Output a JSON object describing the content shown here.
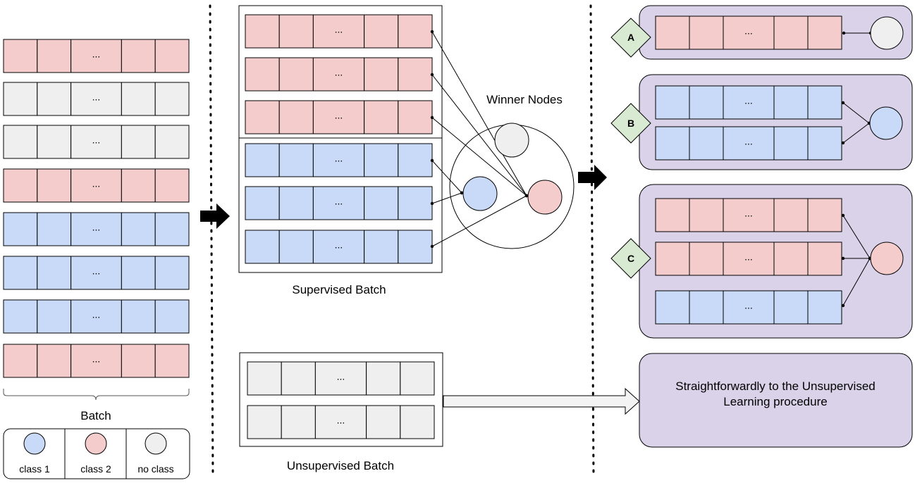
{
  "colors": {
    "class1": "#c9daf8",
    "class2": "#f4cccc",
    "noclass": "#efefef",
    "panel": "#d9d2e9",
    "diamond": "#d9ead3",
    "stroke": "#000000"
  },
  "ellipsis": "...",
  "batch": {
    "label": "Batch",
    "rows": [
      "class2",
      "noclass",
      "noclass",
      "class2",
      "class1",
      "class1",
      "class1",
      "class2"
    ]
  },
  "legend": [
    {
      "label": "class 1",
      "color": "class1"
    },
    {
      "label": "class 2",
      "color": "class2"
    },
    {
      "label": "no class",
      "color": "noclass"
    }
  ],
  "supervised": {
    "label": "Supervised Batch",
    "rows": [
      "class2",
      "class2",
      "class2",
      "class1",
      "class1",
      "class1"
    ]
  },
  "unsupervised": {
    "label": "Unsupervised Batch",
    "rows": [
      "noclass",
      "noclass"
    ]
  },
  "winner": {
    "label": "Winner Nodes",
    "nodes": [
      "noclass",
      "class1",
      "class2"
    ]
  },
  "groups": [
    {
      "letter": "A",
      "node": "noclass",
      "rows": [
        "class2"
      ]
    },
    {
      "letter": "B",
      "node": "class1",
      "rows": [
        "class1",
        "class1"
      ]
    },
    {
      "letter": "C",
      "node": "class2",
      "rows": [
        "class2",
        "class2",
        "class1"
      ]
    }
  ],
  "unsupervised_target": {
    "line1": "Straightforwardly to the Unsupervised",
    "line2": "Learning procedure"
  }
}
